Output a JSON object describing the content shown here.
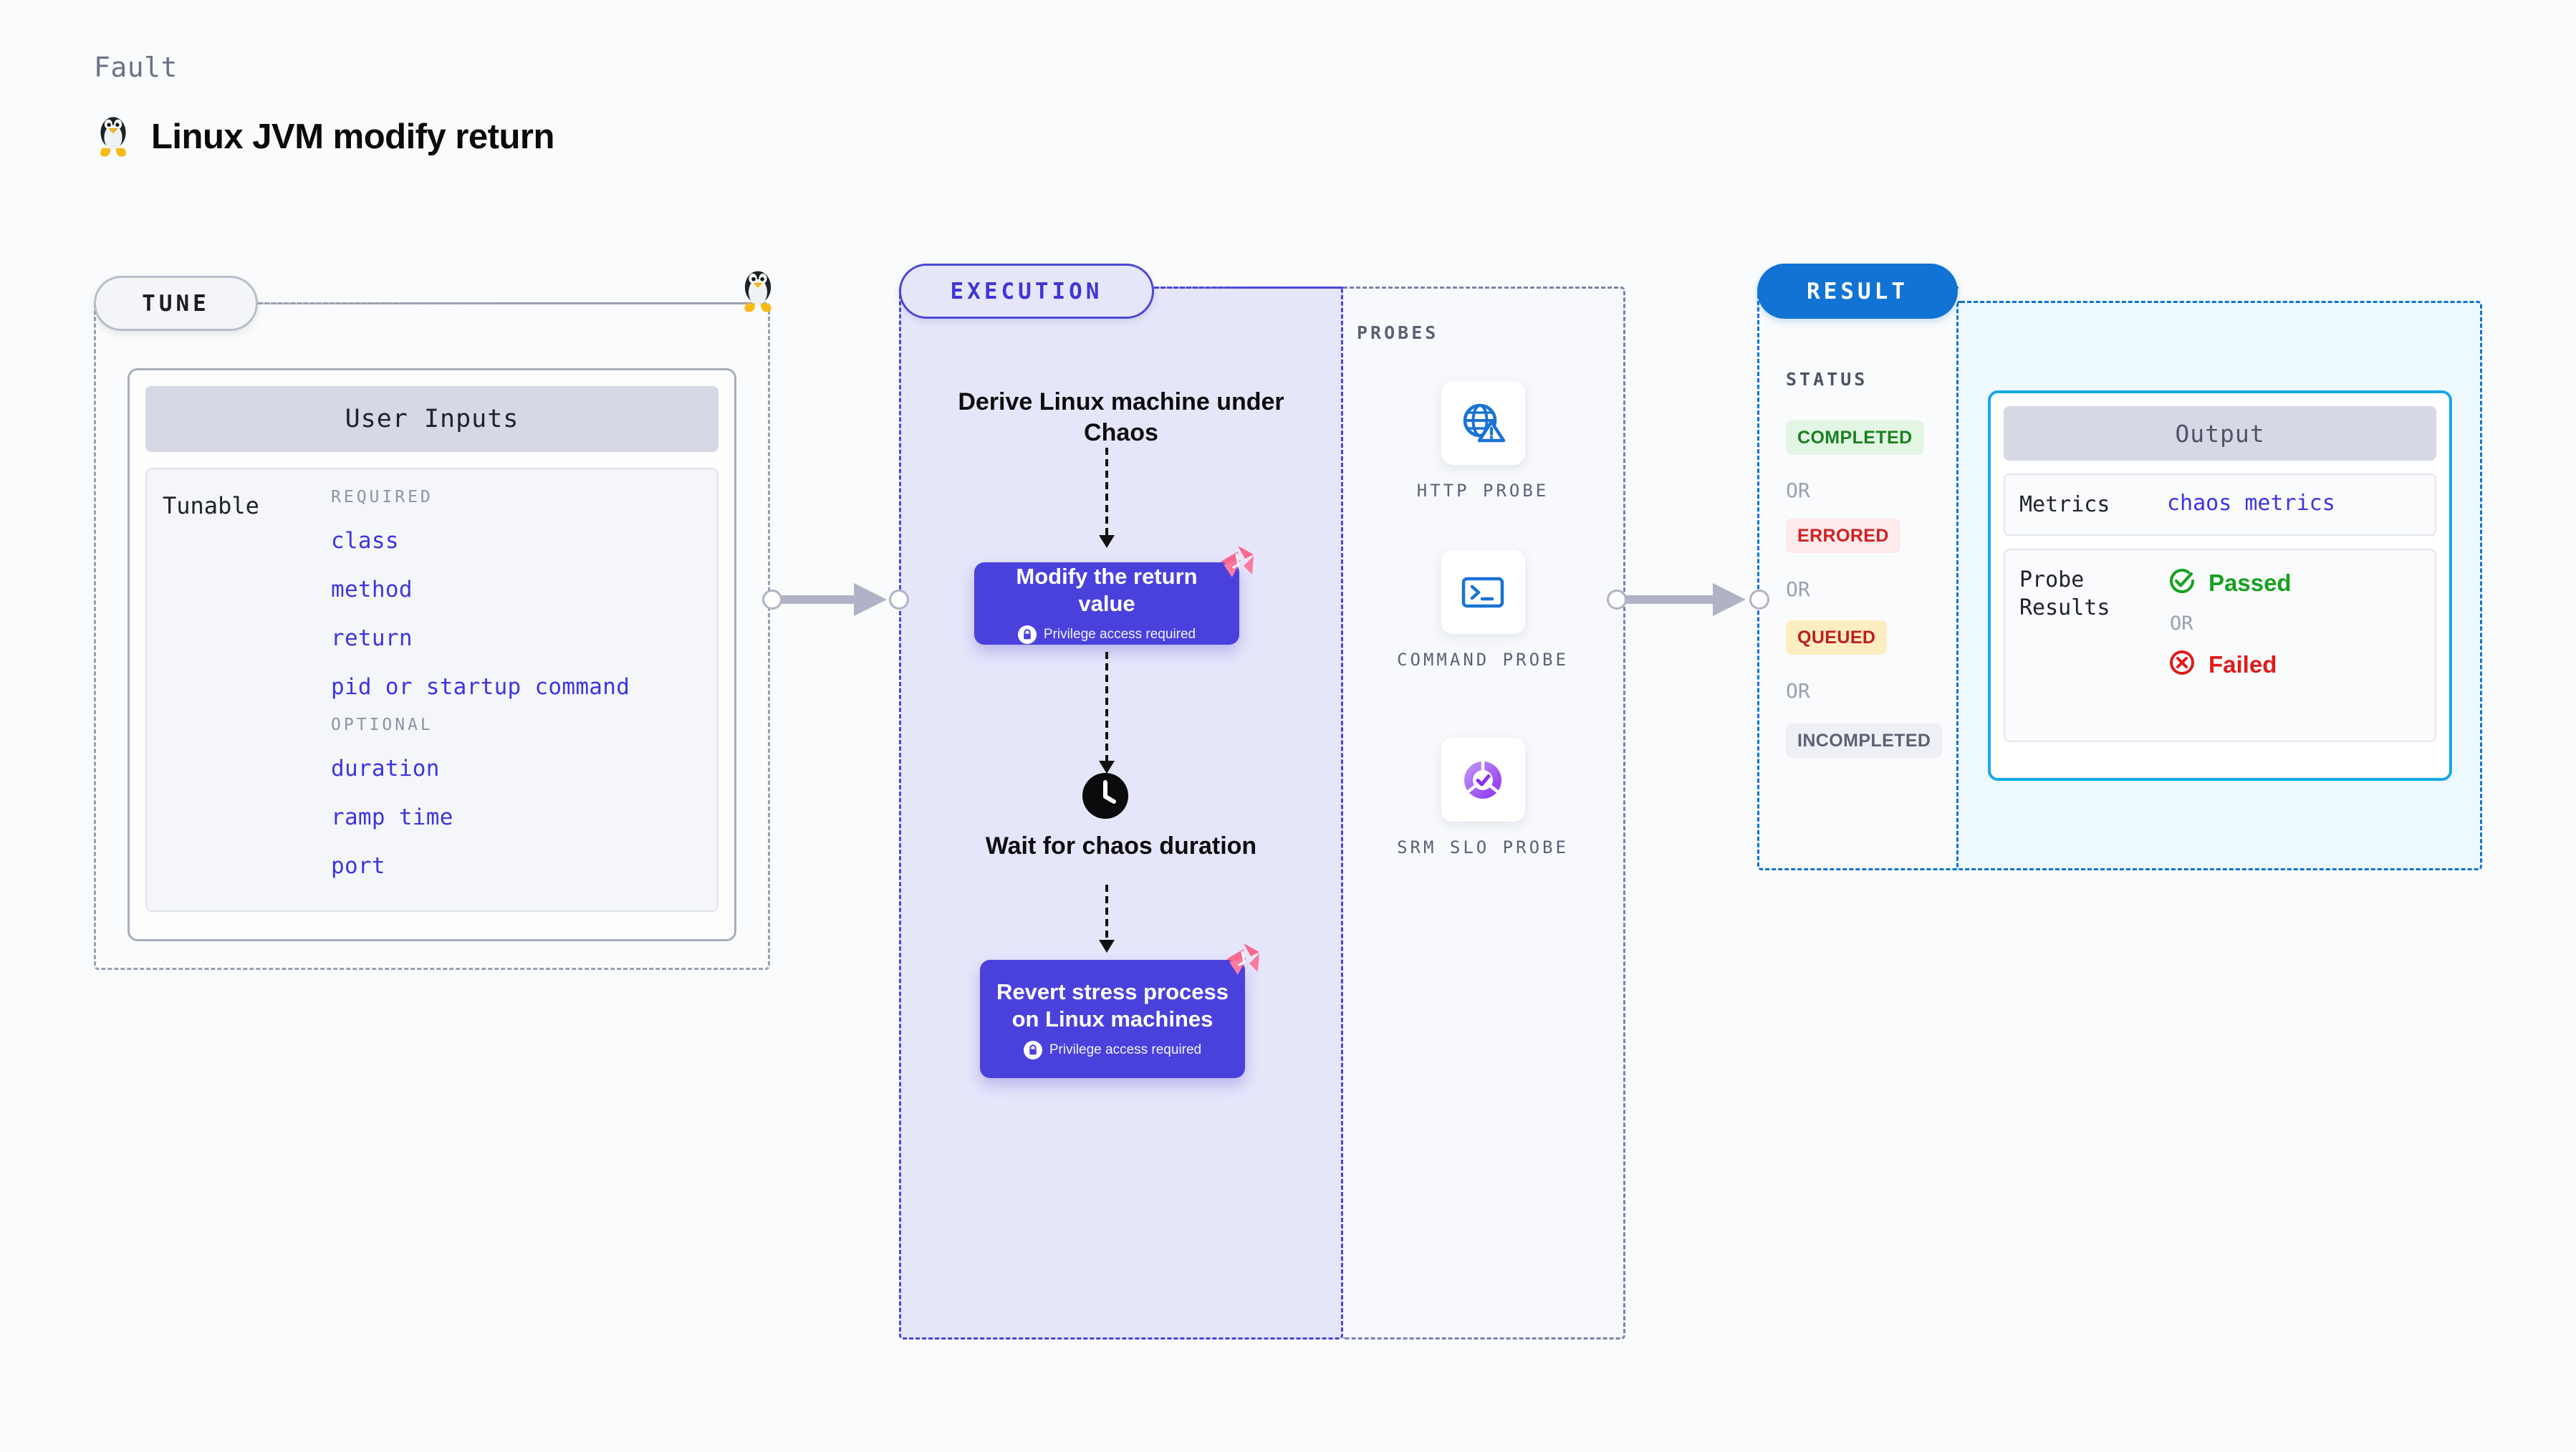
{
  "header": {
    "kicker": "Fault",
    "title": "Linux JVM modify return",
    "icon": "linux-tux-icon"
  },
  "stages": {
    "tune": {
      "badge": "TUNE"
    },
    "execution": {
      "badge": "EXECUTION"
    },
    "result": {
      "badge": "RESULT"
    },
    "probes": {
      "title": "PROBES"
    }
  },
  "tune": {
    "card_title": "User Inputs",
    "tunable_label": "Tunable",
    "groups": [
      {
        "title": "REQUIRED",
        "items": [
          "class",
          "method",
          "return",
          "pid or startup command"
        ]
      },
      {
        "title": "OPTIONAL",
        "items": [
          "duration",
          "ramp time",
          "port"
        ]
      }
    ]
  },
  "execution": {
    "step_derive": "Derive Linux machine under Chaos",
    "box_modify": {
      "title": "Modify the return value",
      "privilege": "Privilege access required",
      "icon": "lock-icon",
      "corner_icon": "chaos-mesh-icon"
    },
    "step_wait": "Wait for chaos duration",
    "wait_icon": "clock-icon",
    "box_revert": {
      "title": "Revert stress process on Linux machines",
      "privilege": "Privilege access required",
      "icon": "lock-icon",
      "corner_icon": "chaos-mesh-icon"
    }
  },
  "probes": [
    {
      "label": "HTTP PROBE",
      "icon": "globe-warning-icon"
    },
    {
      "label": "COMMAND PROBE",
      "icon": "terminal-icon"
    },
    {
      "label": "SRM SLO PROBE",
      "icon": "slo-donut-check-icon"
    }
  ],
  "result": {
    "status_title": "STATUS",
    "or": "OR",
    "statuses": [
      {
        "label": "COMPLETED",
        "bg": "#e2f6e3",
        "fg": "#1a8021"
      },
      {
        "label": "ERRORED",
        "bg": "#fdeaea",
        "fg": "#cf2020"
      },
      {
        "label": "QUEUED",
        "bg": "#fdeec2",
        "fg": "#c01d1d"
      },
      {
        "label": "INCOMPLETED",
        "bg": "#eff0f5",
        "fg": "#5c6275"
      }
    ]
  },
  "output": {
    "title": "Output",
    "metrics_label": "Metrics",
    "metrics_value": "chaos metrics",
    "probe_results_label": "Probe Results",
    "passed": "Passed",
    "failed": "Failed",
    "or": "OR",
    "passed_icon": "check-circle-icon",
    "failed_icon": "x-circle-icon"
  },
  "colors": {
    "indigo": "#4a41dd",
    "badge_blue": "#1173d4",
    "cyan_border": "#15a9e8",
    "chaos_pink": "#f9678f",
    "tunable_blue": "#3d35e0"
  }
}
